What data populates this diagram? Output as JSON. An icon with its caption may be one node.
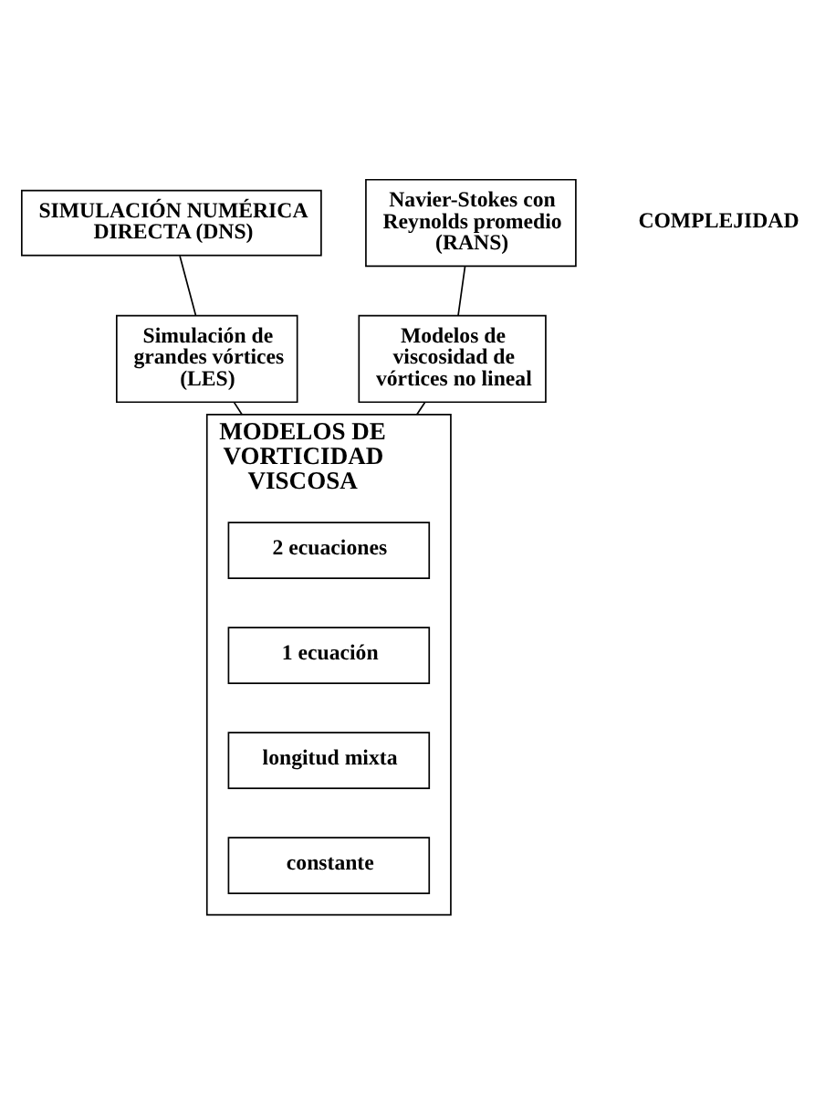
{
  "diagram": {
    "nodes": [
      {
        "text": [
          "SIMULACIÓN NUMÉRICA DIRECTA (DNS)"
        ]
      },
      {
        "text": [
          "Simulación de grandes vórtices (LES)"
        ]
      },
      {
        "text": [
          "Navier-Stokes con Reynolds promedio",
          "(RANS)"
        ]
      },
      {
        "text": [
          "Modelos de viscosidad de vórtices no lineal"
        ]
      },
      {
        "text": [
          "MODELOS DE VORTICIDAD VISCOSA"
        ]
      },
      {
        "text": [
          "2 ecuaciones"
        ],
        "in": 4
      },
      {
        "text": [
          "1 ecuación"
        ],
        "in": 4
      },
      {
        "text": [
          "longitud mixta"
        ],
        "in": 4
      },
      {
        "text": [
          "constante"
        ],
        "in": 4
      }
    ],
    "edges": [
      {
        "from": 0,
        "to": 1,
        "arrow": "none"
      },
      {
        "from": 1,
        "to": 4,
        "arrow": "none"
      },
      {
        "from": 2,
        "to": 3,
        "arrow": "none"
      },
      {
        "from": 3,
        "to": 4,
        "arrow": "none"
      }
    ],
    "labels": [
      "COMPLEJIDAD"
    ]
  }
}
